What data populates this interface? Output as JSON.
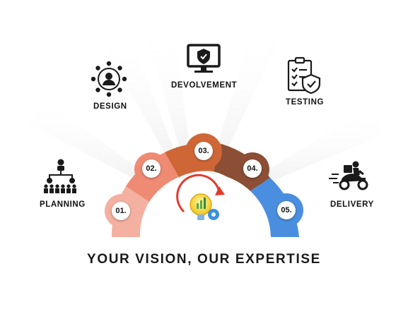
{
  "steps": [
    {
      "number": "01.",
      "label": "PLANNING",
      "icon": "hierarchy-people-icon",
      "color": "#f4b0a0"
    },
    {
      "number": "02.",
      "label": "DESIGN",
      "icon": "network-user-icon",
      "color": "#ef8a73"
    },
    {
      "number": "03.",
      "label": "DEVOLVEMENT",
      "icon": "monitor-shield-icon",
      "color": "#cf6636"
    },
    {
      "number": "04.",
      "label": "TESTING",
      "icon": "clipboard-shield-icon",
      "color": "#8c4e34"
    },
    {
      "number": "05.",
      "label": "DELIVERY",
      "icon": "delivery-scooter-icon",
      "color": "#4a8ee0"
    }
  ],
  "tagline": "YOUR VISION, OUR EXPERTISE",
  "center_icon": "idea-bulb-gear-icon"
}
